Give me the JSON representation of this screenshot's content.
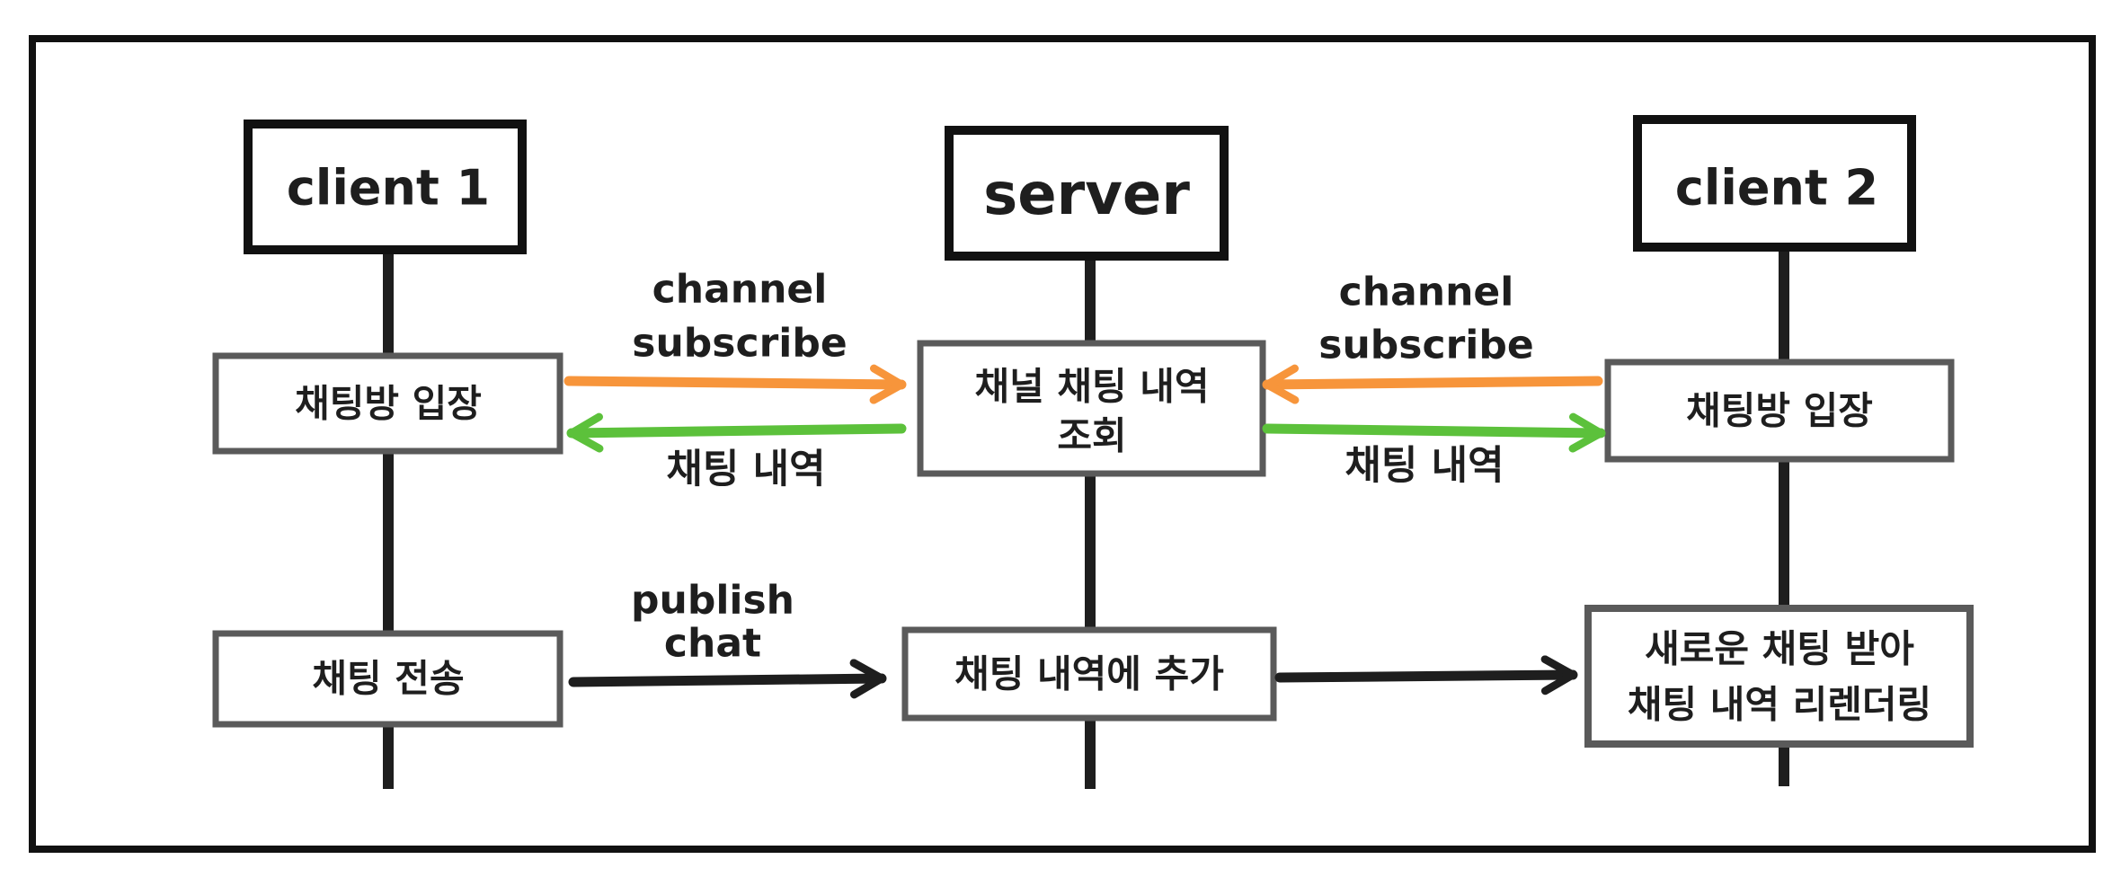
{
  "actors": {
    "client1": "client 1",
    "server": "server",
    "client2": "client 2"
  },
  "steps": {
    "client1_enter": "채팅방 입장",
    "server_query_line1": "채널 채팅 내역",
    "server_query_line2": "조회",
    "client2_enter": "채팅방 입장",
    "client1_send": "채팅 전송",
    "server_add": "채팅 내역에 추가",
    "client2_receive_line1": "새로운 채팅 받아",
    "client2_receive_line2": "채팅 내역 리렌더링"
  },
  "messages": {
    "c1_subscribe_line1": "channel",
    "c1_subscribe_line2": "subscribe",
    "c1_history": "채팅 내역",
    "c2_subscribe_line1": "channel",
    "c2_subscribe_line2": "subscribe",
    "c2_history": "채팅 내역",
    "publish_line1": "publish",
    "publish_line2": "chat"
  },
  "colors": {
    "subscribe": "#f7953b",
    "history": "#5cc13b",
    "publish": "#1e1e1e",
    "box_border": "#5a5a5a",
    "actor_border": "#111111"
  }
}
